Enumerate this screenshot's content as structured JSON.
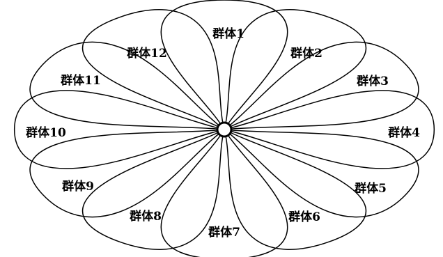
{
  "diagram": {
    "petals": [
      {
        "label": "群体1",
        "angle": 0
      },
      {
        "label": "群体2",
        "angle": 30
      },
      {
        "label": "群体3",
        "angle": 60
      },
      {
        "label": "群体4",
        "angle": 90
      },
      {
        "label": "群体5",
        "angle": 120
      },
      {
        "label": "群体6",
        "angle": 150
      },
      {
        "label": "群体7",
        "angle": 180
      },
      {
        "label": "群体8",
        "angle": 210
      },
      {
        "label": "群体9",
        "angle": 240
      },
      {
        "label": "群体10",
        "angle": 270
      },
      {
        "label": "群体11",
        "angle": 300
      },
      {
        "label": "群体12",
        "angle": 330
      }
    ]
  }
}
